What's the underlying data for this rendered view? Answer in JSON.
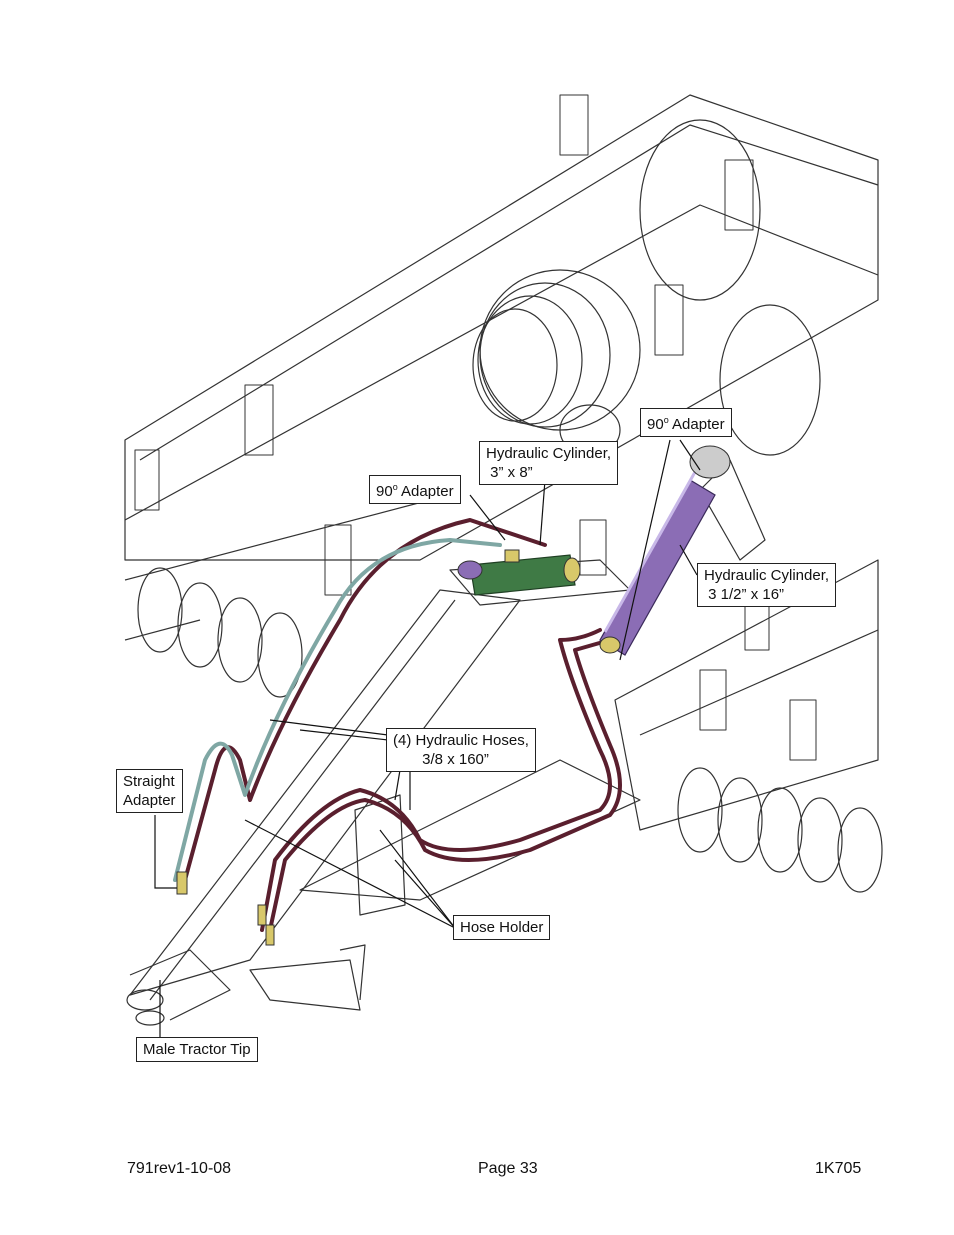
{
  "callouts": {
    "adapter_90_left": {
      "prefix": "90",
      "sup": "o",
      "suffix": " Adapter"
    },
    "adapter_90_right": {
      "prefix": "90",
      "sup": "o",
      "suffix": " Adapter"
    },
    "cyl_small": "Hydraulic Cylinder,\n 3” x 8”",
    "cyl_large": "Hydraulic Cylinder,\n 3 1/2” x 16”",
    "hoses": "(4) Hydraulic Hoses,\n       3/8 x 160”",
    "straight_adapter": "Straight\nAdapter",
    "hose_holder": "Hose Holder",
    "male_tip": "Male Tractor Tip"
  },
  "footer": {
    "left": "791rev1-10-08",
    "center": "Page 33",
    "right": "1K705"
  },
  "colors": {
    "hose_red": "#5a1f2e",
    "hose_teal": "#7fa7a4",
    "cyl_green": "#3f7a45",
    "cyl_purple": "#8b6db5",
    "line": "#333333"
  }
}
